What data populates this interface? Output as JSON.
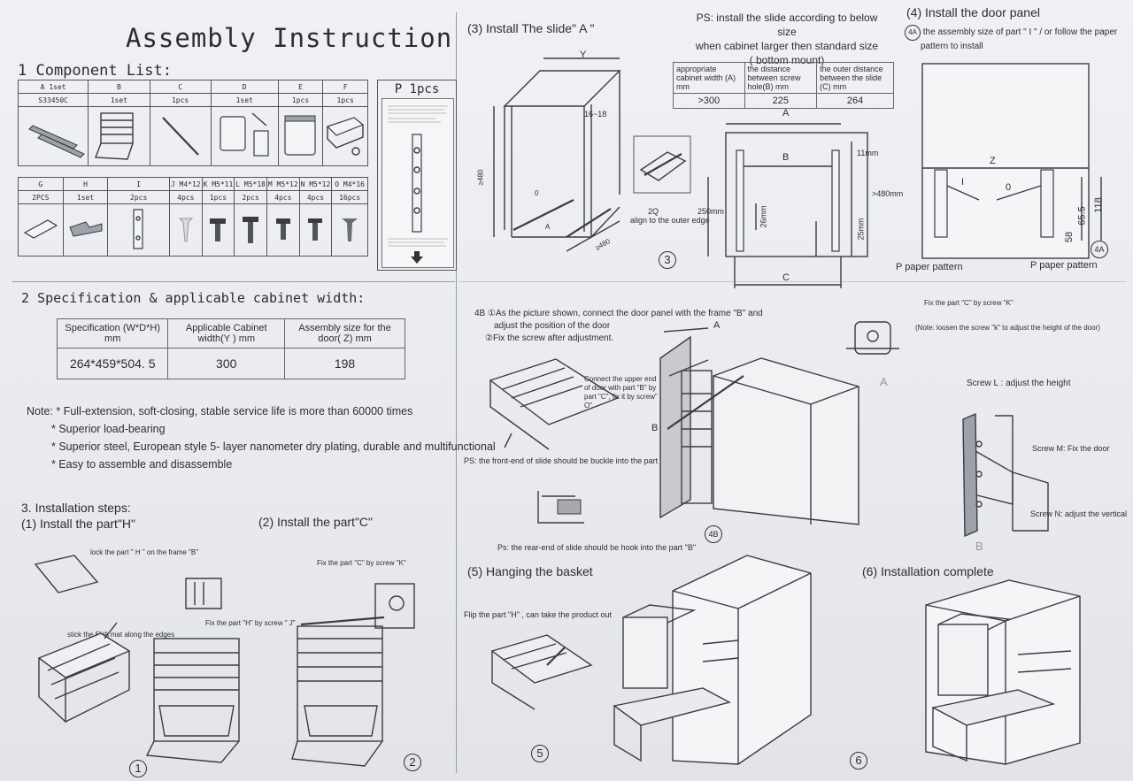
{
  "title": "Assembly Instruction",
  "component_list": {
    "heading": "1 Component List:",
    "parts_top": [
      {
        "letter": "A",
        "qty": "1set",
        "sub": "S33450C"
      },
      {
        "letter": "B",
        "qty": "1set"
      },
      {
        "letter": "C",
        "qty": "1pcs"
      },
      {
        "letter": "D",
        "qty": "1set"
      },
      {
        "letter": "E",
        "qty": "1pcs"
      },
      {
        "letter": "F",
        "qty": "1pcs"
      }
    ],
    "parts_bottom": [
      {
        "letter": "G",
        "qty": "2PCS"
      },
      {
        "letter": "H",
        "qty": "1set"
      },
      {
        "letter": "I",
        "qty": "2pcs"
      },
      {
        "letter": "J M4*12",
        "qty": "4pcs"
      },
      {
        "letter": "K M5*11",
        "qty": "1pcs"
      },
      {
        "letter": "L M5*18",
        "qty": "2pcs"
      },
      {
        "letter": "M M5*12",
        "qty": "4pcs"
      },
      {
        "letter": "N M5*12",
        "qty": "4pcs"
      },
      {
        "letter": "O M4*16",
        "qty": "16pcs"
      }
    ],
    "paper_title": "P 1pcs"
  },
  "specification": {
    "heading": "2 Specification & applicable cabinet width:",
    "columns": [
      "Specification (W*D*H) mm",
      "Applicable Cabinet width(Y ) mm",
      "Assembly size for the door( Z) mm"
    ],
    "values": [
      "264*459*504. 5",
      "300",
      "198"
    ]
  },
  "notes": {
    "label": "Note:",
    "items": [
      "Full-extension, soft-closing, stable service life is more than 60000 times",
      "Superior load-bearing",
      "Superior steel, European style 5- layer nanometer dry plating, durable and multifunctional",
      "Easy to assemble and disassemble"
    ]
  },
  "installation": {
    "heading": "3. Installation steps:",
    "step1": {
      "title": "(1) Install the part\"H\"",
      "lock_note": "lock the part \" H \" on the frame \"B\"",
      "eva_note": "stick the EVA mat along the edges",
      "fix_note": "Fix the part \"H\" by screw \" J\"",
      "num1": "1",
      "num2": "2"
    },
    "step2": {
      "title": "(2) Install the part\"C\"",
      "fix_note": "Fix the part \"C\" by screw \"K\""
    },
    "step3": {
      "title": "(3) Install The slide\" A \"",
      "y_label": "Y",
      "dim_1618": "16~18",
      "dim_480": "≥480",
      "dim_depth": "≥480",
      "align_note": "align to the outer edge",
      "num": "3",
      "o_label": "0",
      "a_label": "A",
      "zero_label": "2Q",
      "ps_text": [
        "PS: install the slide according to below size",
        "when cabinet larger then standard size",
        "( bottom mount)"
      ],
      "table_headers": [
        "appropriate cabinet width (A) mm",
        "the distance between screw hole(B) mm",
        "the outer distance between the slide (C) mm"
      ],
      "table_values": [
        ">300",
        "225",
        "264"
      ],
      "labels": {
        "a": "A",
        "b": "B",
        "c": "C",
        "d11": "11mm",
        "d480": ">480mm",
        "d250": "250mm",
        "d26": "26mm",
        "d25": "25mm"
      }
    },
    "step4": {
      "title": "(4) Install the door panel",
      "sub4a": [
        "4A",
        "the assembly size of part \" I \" / or follow the paper",
        "pattern to install"
      ],
      "z_label": "Z",
      "i_label": "I",
      "o_label": "0",
      "dims": [
        "65.5",
        "118",
        "58"
      ],
      "paper1": "P paper pattern",
      "paper2": "P paper pattern",
      "num4a": "4A",
      "note4b": [
        "4B",
        "①As the picture shown, connect the door panel with the frame \"B\" and",
        "adjust the position of the door",
        "②Fix the screw after adjustment."
      ],
      "connect_note": "Connect the upper end of door with part \"B\" by part \"C\", fix it by screw\" O\"",
      "ps_front": "PS: the front-end of slide should be buckle into the part \"H\"",
      "ps_rear": "Ps: the rear-end of slide should be hook into the part \"B\"",
      "fix_c": "Fix the part \"C\" by screw \"K\"",
      "loosen": "(Note: loosen the screw \"k\" to adjust the height of the door)",
      "screw_l": "Screw L : adjust the height",
      "screw_m": "Screw M: Fix the door",
      "screw_n": "Screw N: adjust the vertical",
      "label_a": "A",
      "label_b": "B",
      "num4b": "4B",
      "label_a_grey": "A",
      "label_b_grey": "B"
    },
    "step5": {
      "title": "(5) Hanging the basket",
      "flip_note": "Flip the part \"H\" , can take the product out",
      "num": "5"
    },
    "step6": {
      "title": "(6) Installation complete",
      "num": "6"
    }
  }
}
